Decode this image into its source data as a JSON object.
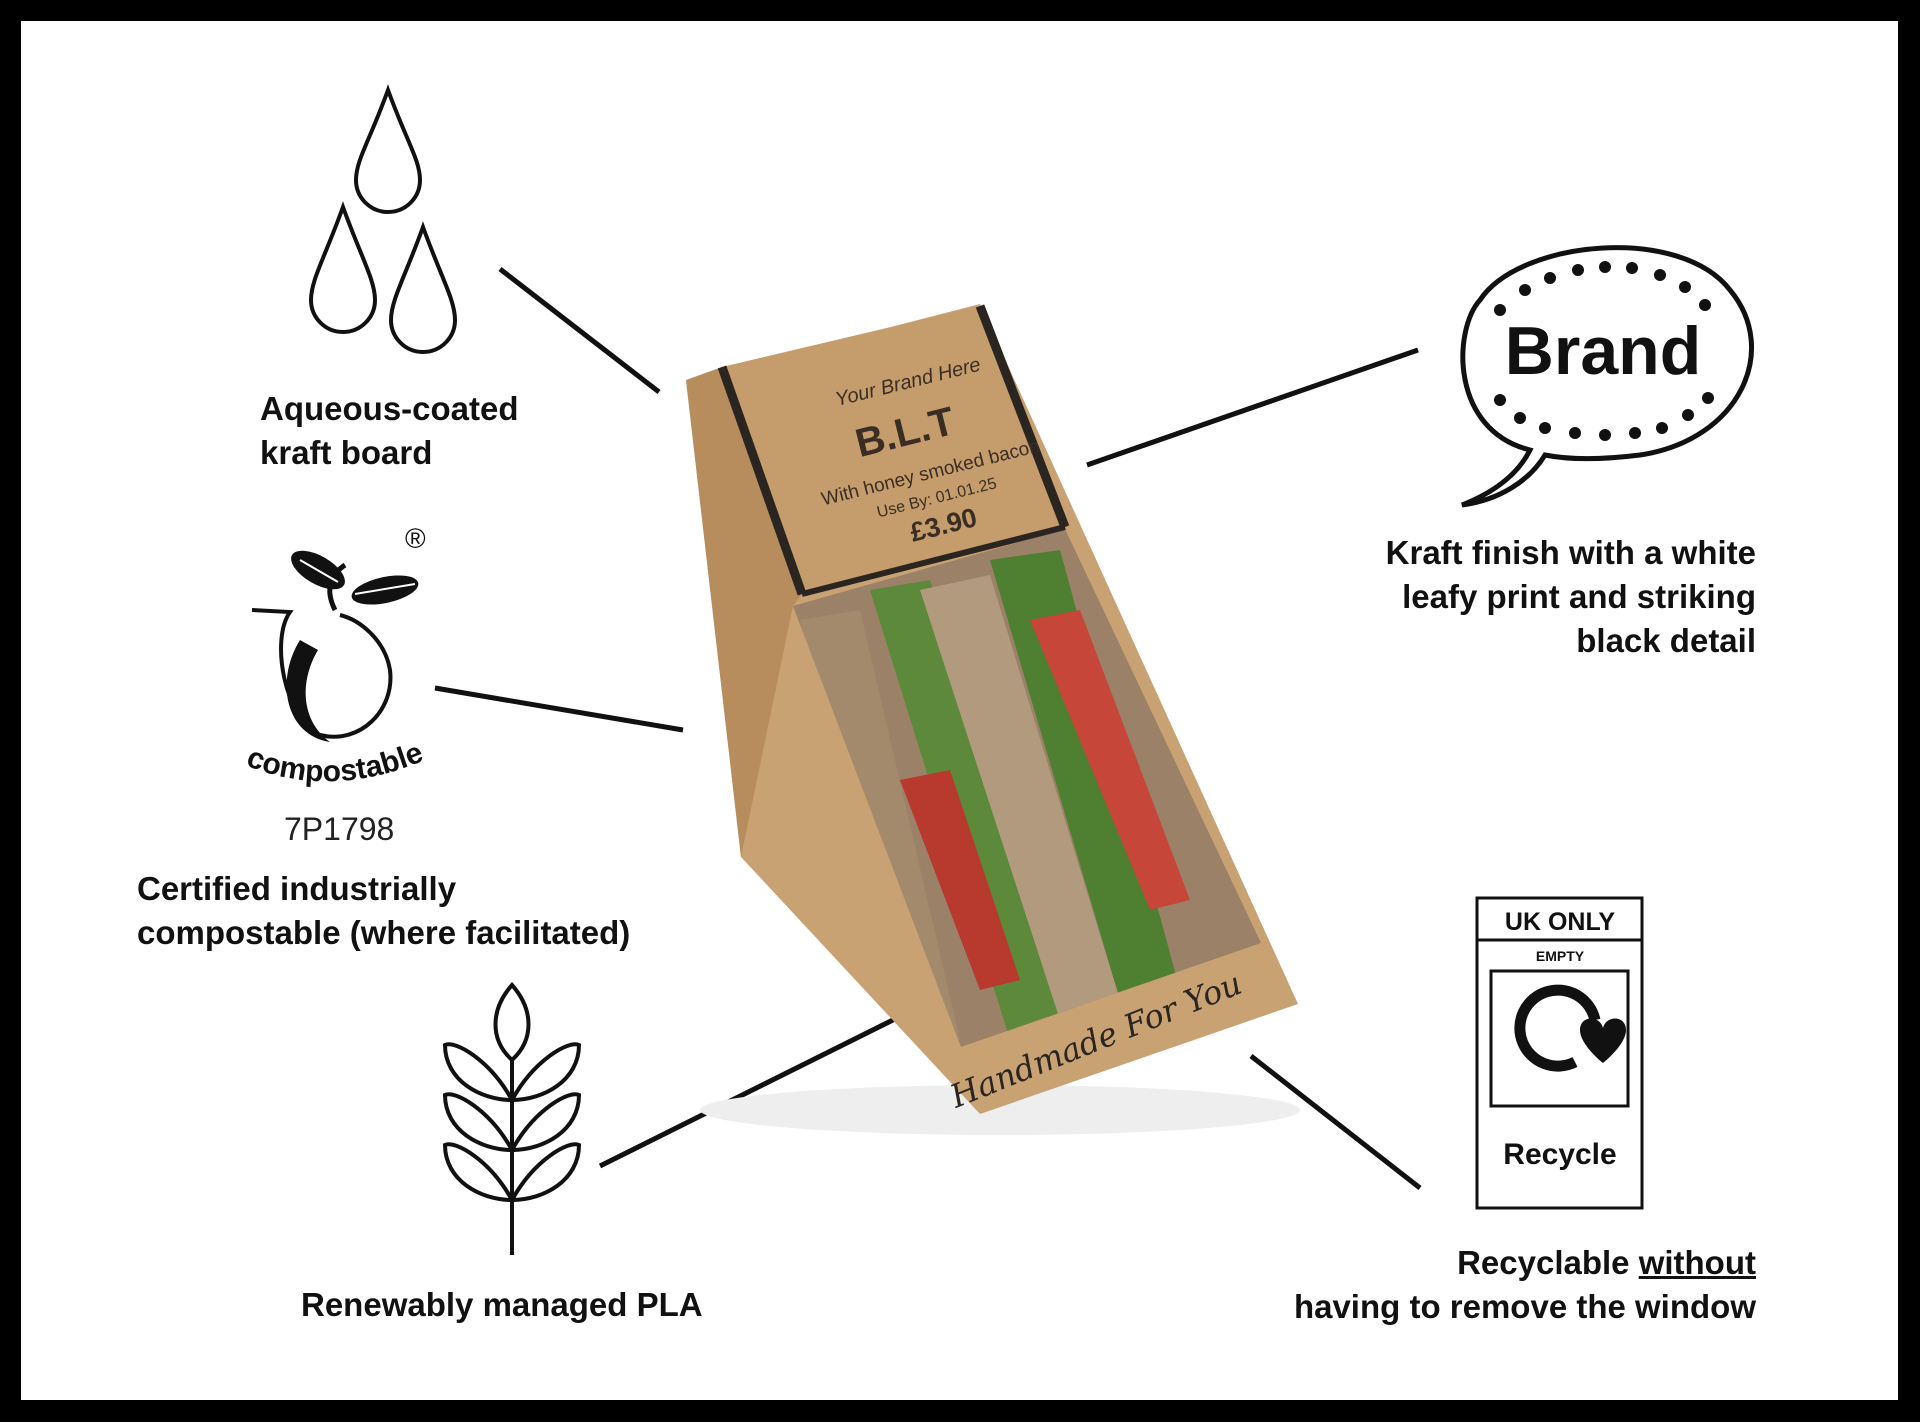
{
  "features": {
    "aqueous": {
      "line1": "Aqueous-coated",
      "line2": "kraft board",
      "icon": "water-drops-icon"
    },
    "compostable": {
      "logo_text": "compostable",
      "registered": "®",
      "code": "7P1798",
      "line1": "Certified industrially",
      "line2": "compostable (where facilitated)",
      "icon": "seedling-compostable-icon"
    },
    "pla": {
      "line1": "Renewably managed PLA",
      "icon": "wheat-icon"
    },
    "brand": {
      "bubble_text": "Brand",
      "line1": "Kraft finish with a white",
      "line2": "leafy print and striking",
      "line3": "black detail",
      "icon": "speech-bubble-icon"
    },
    "recycle": {
      "box_header": "UK ONLY",
      "box_sub": "EMPTY",
      "box_label": "Recycle",
      "line1_prefix": "Recyclable ",
      "line1_underlined": "without",
      "line2": "having to remove the window",
      "icon": "recycle-icon"
    }
  },
  "pack": {
    "brand": "Your Brand Here",
    "product": "B.L.T",
    "description": "With honey smoked bacon",
    "use_by": "Use By: 01.01.25",
    "price": "£3.90",
    "tagline": "Handmade For You"
  },
  "colors": {
    "kraft": "#c9a273",
    "ink": "#111111"
  }
}
